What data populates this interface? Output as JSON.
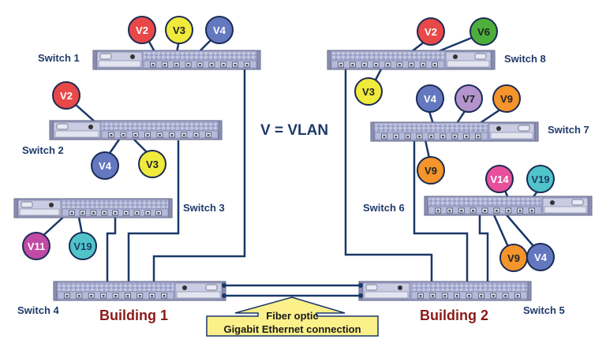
{
  "legend": "V = VLAN",
  "vlan_colors": {
    "V2": "#e84848",
    "V3": "#f0ea3c",
    "V4": "#6478c0",
    "V6": "#4caf3c",
    "V7": "#b394cc",
    "V9": "#f4942a",
    "V11": "#c04aa4",
    "V14": "#e8509c",
    "V19": "#50c4c8"
  },
  "vlan_text_colors": {
    "V2": "#ffffff",
    "V3": "#222222",
    "V4": "#ffffff",
    "V6": "#222222",
    "V7": "#222222",
    "V9": "#222222",
    "V11": "#ffffff",
    "V14": "#ffffff",
    "V19": "#1f3a6b"
  },
  "buildings": [
    {
      "name": "Building 1",
      "switches": [
        "Switch 1",
        "Switch 2",
        "Switch 3",
        "Switch 4"
      ]
    },
    {
      "name": "Building 2",
      "switches": [
        "Switch 5",
        "Switch 6",
        "Switch 7",
        "Switch 8"
      ]
    }
  ],
  "switches": [
    {
      "id": "s1",
      "label": "Switch 1",
      "vlans": [
        "V2",
        "V3",
        "V4"
      ]
    },
    {
      "id": "s2",
      "label": "Switch 2",
      "vlans": [
        "V2",
        "V4",
        "V3"
      ]
    },
    {
      "id": "s3",
      "label": "Switch 3",
      "vlans": [
        "V11",
        "V19"
      ]
    },
    {
      "id": "s4",
      "label": "Switch 4",
      "vlans": []
    },
    {
      "id": "s5",
      "label": "Switch 5",
      "vlans": []
    },
    {
      "id": "s6",
      "label": "Switch 6",
      "vlans": [
        "V14",
        "V19",
        "V9",
        "V4"
      ]
    },
    {
      "id": "s7",
      "label": "Switch 7",
      "vlans": [
        "V4",
        "V7",
        "V9",
        "V9"
      ]
    },
    {
      "id": "s8",
      "label": "Switch 8",
      "vlans": [
        "V2",
        "V6",
        "V3"
      ]
    }
  ],
  "labels": {
    "switch1": "Switch 1",
    "switch2": "Switch 2",
    "switch3": "Switch 3",
    "switch4": "Switch 4",
    "switch5": "Switch 5",
    "switch6": "Switch 6",
    "switch7": "Switch 7",
    "switch8": "Switch 8",
    "building1": "Building 1",
    "building2": "Building 2"
  },
  "callout": {
    "line1": "Fiber optic",
    "line2": "Gigabit Ethernet connection"
  },
  "uplinks": [
    {
      "from": "Switch 1",
      "to": "Switch 4"
    },
    {
      "from": "Switch 2",
      "to": "Switch 4"
    },
    {
      "from": "Switch 3",
      "to": "Switch 4"
    },
    {
      "from": "Switch 8",
      "to": "Switch 5"
    },
    {
      "from": "Switch 7",
      "to": "Switch 5"
    },
    {
      "from": "Switch 6",
      "to": "Switch 5"
    },
    {
      "from": "Switch 4",
      "to": "Switch 5",
      "type": "Fiber optic Gigabit Ethernet"
    }
  ]
}
